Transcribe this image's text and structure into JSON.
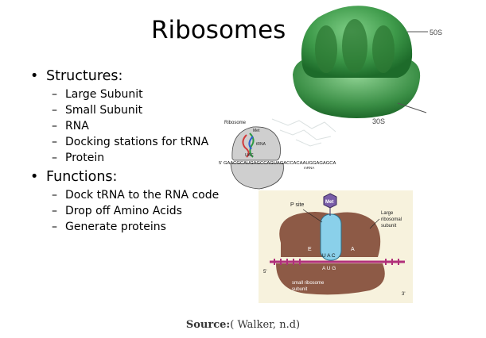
{
  "slide": {
    "title": "Ribosomes",
    "sections": [
      {
        "heading": "Structures:",
        "items": [
          "Large Subunit",
          "Small Subunit",
          "RNA",
          "Docking stations for tRNA",
          "Protein"
        ]
      },
      {
        "heading": "Functions:",
        "items": [
          "Dock tRNA to the RNA code",
          "Drop off Amino Acids",
          "Generate proteins"
        ]
      }
    ]
  },
  "fig_top": {
    "label_large": "50S",
    "label_small": "30S"
  },
  "fig_middle": {
    "title": "Ribosome",
    "met": "Met",
    "trna": "tRNA",
    "anticodon": "UAC",
    "sequence": "5' GAACGCAUGAGCCAGUAGACCACAAUGGAGAGCA",
    "mrna": "mRNA"
  },
  "fig_bottom": {
    "met": "Met",
    "p_site": "P site",
    "large_line1": "Large",
    "large_line2": "ribosomal",
    "large_line3": "subunit",
    "e": "E",
    "a": "A",
    "anticodon": "U A C",
    "codon": "A U G",
    "five": "5'",
    "three": "3'",
    "small_line1": "small ribosome",
    "small_line2": "subunit"
  },
  "source": {
    "label": "Source:",
    "text": "( Walker, n.d)"
  }
}
